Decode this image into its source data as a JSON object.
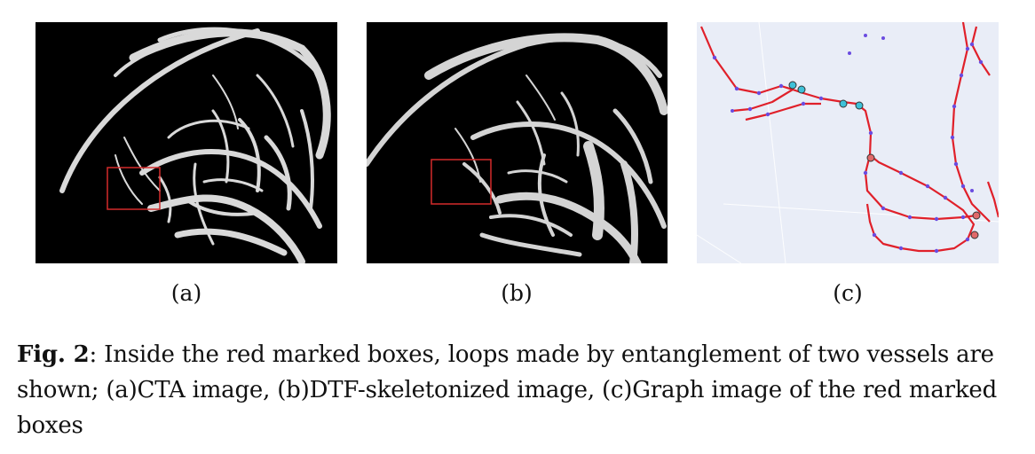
{
  "figure": {
    "panels": [
      {
        "id": "a",
        "label": "(a)",
        "content": "CTA rendering of vessels",
        "marker_color": "#d42a2a"
      },
      {
        "id": "b",
        "label": "(b)",
        "content": "DTF-skeletonized vessel rendering",
        "marker_color": "#d42a2a"
      },
      {
        "id": "c",
        "label": "(c)",
        "content": "Graph of vessel centerlines",
        "edge_color": "#e0202a",
        "node_color": "#6a4be0",
        "background": "#e9edf7"
      }
    ],
    "caption": {
      "fig_label": "Fig. 2",
      "text": ": Inside the red marked boxes, loops made by entanglement of two vessels are shown; (a)CTA image, (b)DTF-skeletonized image, (c)Graph image of the red marked boxes"
    }
  }
}
